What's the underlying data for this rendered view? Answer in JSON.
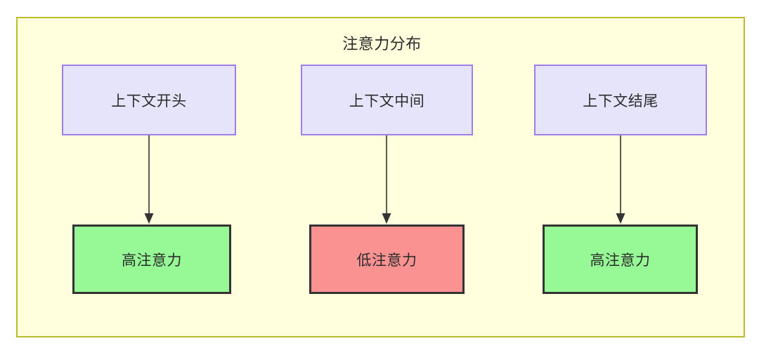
{
  "diagram": {
    "type": "flowchart",
    "direction": "top-to-bottom",
    "title": "注意力分布",
    "frame": {
      "label": "注意力分布",
      "background_color": "#ffffde",
      "border_color": "#bcbc2e"
    },
    "columns": [
      {
        "id": "col-start",
        "source": {
          "id": "context-start",
          "label": "上下文开头",
          "fill_color": "#e6e4fb",
          "border_color": "#9f7eea"
        },
        "target": {
          "id": "attention-start",
          "label": "高注意力",
          "fill_color": "#96f996",
          "border_color": "#333333"
        },
        "edge": {
          "label": "",
          "arrow": "arrow-down-icon"
        }
      },
      {
        "id": "col-middle",
        "source": {
          "id": "context-middle",
          "label": "上下文中间",
          "fill_color": "#e6e4fb",
          "border_color": "#9f7eea"
        },
        "target": {
          "id": "attention-middle",
          "label": "低注意力",
          "fill_color": "#fb9292",
          "border_color": "#333333"
        },
        "edge": {
          "label": "",
          "arrow": "arrow-down-icon"
        }
      },
      {
        "id": "col-end",
        "source": {
          "id": "context-end",
          "label": "上下文结尾",
          "fill_color": "#e6e4fb",
          "border_color": "#9f7eea"
        },
        "target": {
          "id": "attention-end",
          "label": "高注意力",
          "fill_color": "#96f996",
          "border_color": "#333333"
        },
        "edge": {
          "label": "",
          "arrow": "arrow-down-icon"
        }
      }
    ]
  }
}
